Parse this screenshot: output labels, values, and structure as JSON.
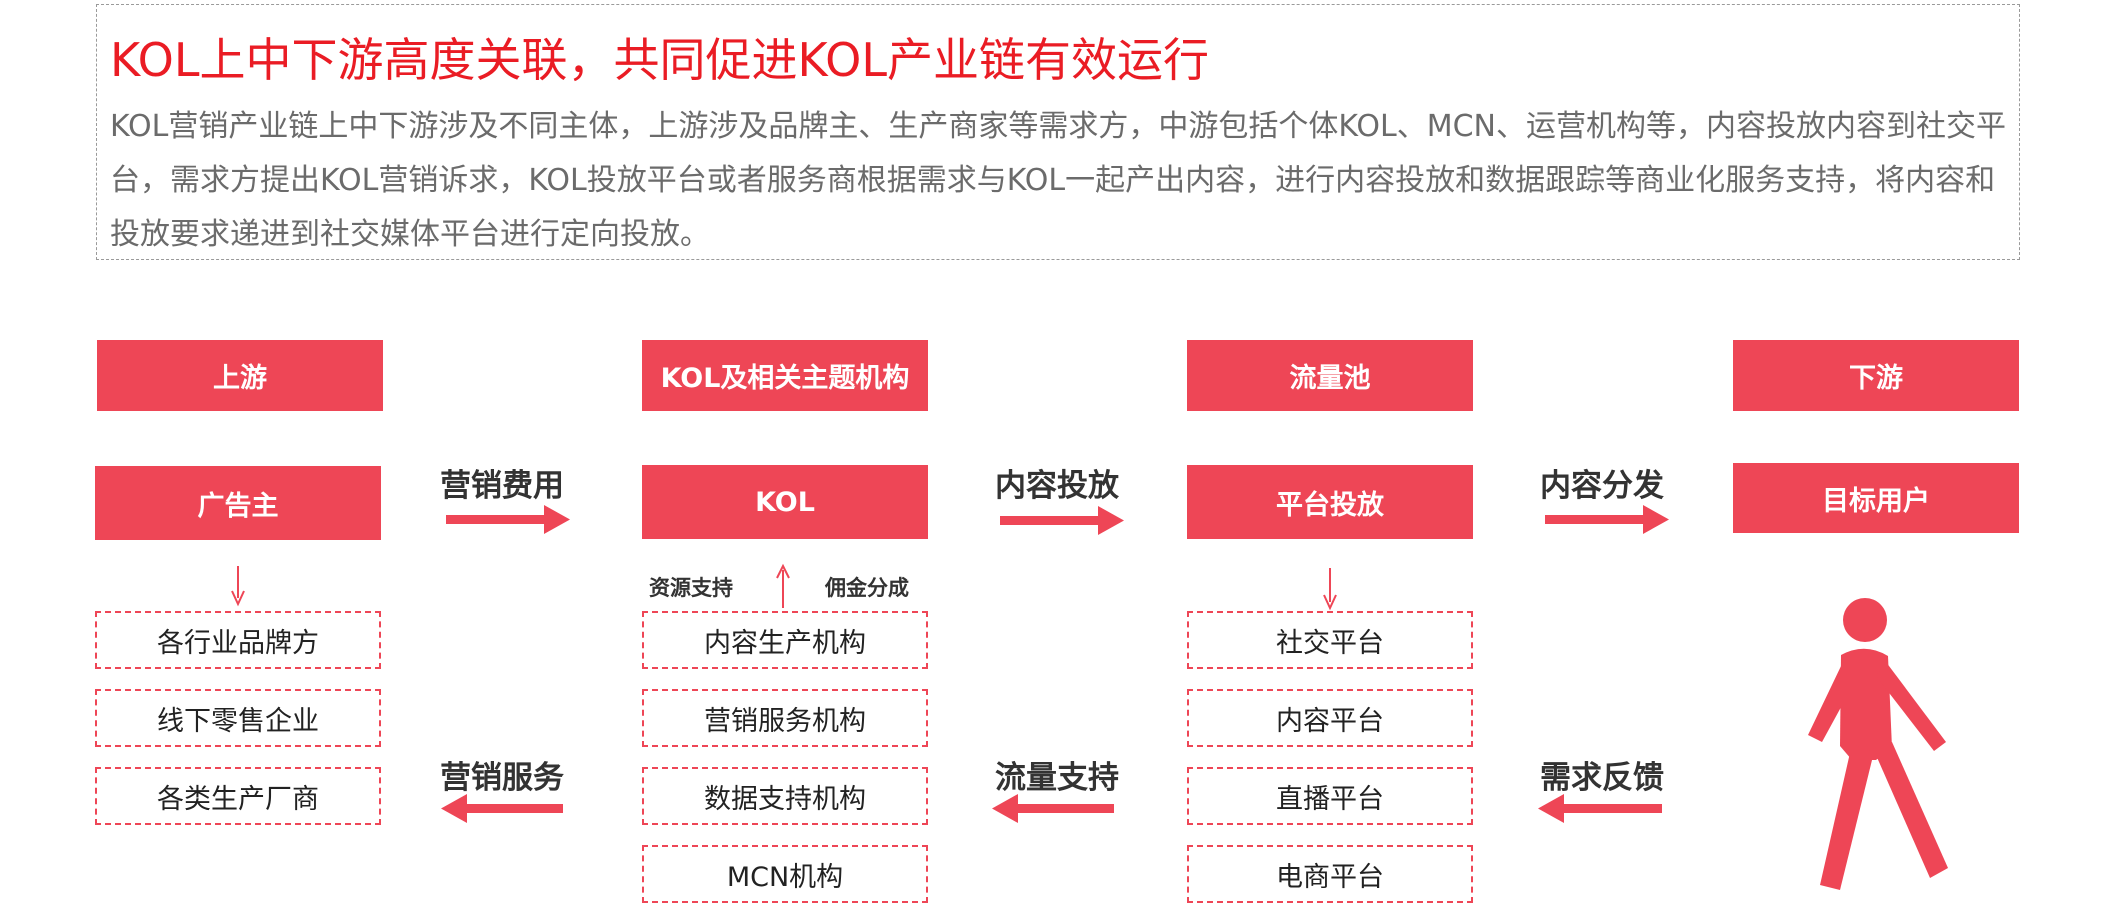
{
  "intro": {
    "title": "KOL上中下游高度关联，共同促进KOL产业链有效运行",
    "body": "KOL营销产业链上中下游涉及不同主体，上游涉及品牌主、生产商家等需求方，中游包括个体KOL、MCN、运营机构等，内容投放内容到社交平台，需求方提出KOL营销诉求，KOL投放平台或者服务商根据需求与KOL一起产出内容，进行内容投放和数据跟踪等商业化服务支持，将内容和投放要求递进到社交媒体平台进行定向投放。"
  },
  "columns": {
    "upstream": {
      "header": "上游",
      "main": "广告主",
      "items": [
        "各行业品牌方",
        "线下零售企业",
        "各类生产厂商"
      ]
    },
    "kol": {
      "header": "KOL及相关主题机构",
      "main": "KOL",
      "left_note": "资源支持",
      "right_note": "佣金分成",
      "items": [
        "内容生产机构",
        "营销服务机构",
        "数据支持机构",
        "MCN机构"
      ]
    },
    "traffic": {
      "header": "流量池",
      "main": "平台投放",
      "items": [
        "社交平台",
        "内容平台",
        "直播平台",
        "电商平台"
      ]
    },
    "downstream": {
      "header": "下游",
      "main": "目标用户"
    }
  },
  "flows": {
    "top": [
      "营销费用",
      "内容投放",
      "内容分发"
    ],
    "bottom": [
      "营销服务",
      "流量支持",
      "需求反馈"
    ]
  },
  "colors": {
    "accent": "#ee4656",
    "title_red": "#ea1c24",
    "body_gray": "#6b6b6b"
  },
  "icons": {
    "downstream_figure": "walking-person-icon"
  }
}
